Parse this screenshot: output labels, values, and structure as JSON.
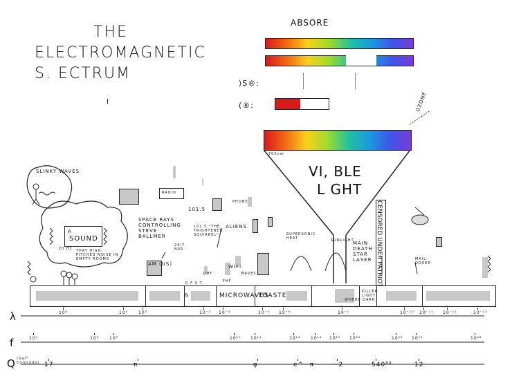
{
  "title": {
    "line1": "THE",
    "line2": "ELECTROMAGNETIC",
    "line3": "S. ECTRUM"
  },
  "absorb_label": "ABSORE",
  "legend": {
    "row1": "⟩S®:",
    "row2": "(®:"
  },
  "wavelength_label": "700nm",
  "ozone_label": "OZONE",
  "visible_light": {
    "line1": "VI, BLE",
    "line2": "L GHT"
  },
  "censored_label": "CENSORED UNDER PATRIOT ACT",
  "callouts": {
    "slinky": "SLINKY WAVES",
    "sound": "SOUND",
    "a": "A",
    "hz": "20 Hz",
    "noise": "THAT HIGH-PITCHED NOISE IN EMPTY ROOMS",
    "space_rays": "SPACE RAYS CONTROLLING STEVE BALLMER",
    "am": "AM (US)",
    "radio": "RADIO",
    "station": "101.5",
    "frightened": "101.5 \"THE FRIGHTENED SQUIRREL\"",
    "npr": "24/7 NPR",
    "aliens": "ALIENS",
    "wifi": "WIFI",
    "phone": "PHONE",
    "uhf": "UHF",
    "fhf": "FHF",
    "waves": "WAVES",
    "rfxt": "R F X T",
    "supersonic": "SUPERSONIC HEAT",
    "sunlight": "SUNLIGHT",
    "death_star": "MAIN DEATH STAR LASER",
    "mail": "MAIL-ORDER",
    "killer": "KILLER LIGHT",
    "where_dark": "WHERE DARK"
  },
  "bar_segments": {
    "microwaves": "MICROWAVES",
    "toasters": "TOASTERS",
    "amp": "&"
  },
  "axes": {
    "lambda": {
      "symbol": "λ",
      "ticks": [
        "10⁸",
        "10⁴",
        "10³",
        "10⁻²",
        "10⁻³",
        "10⁻⁵",
        "10⁻⁸",
        "10⁻⁷",
        "10⁻¹⁰",
        "10⁻¹¹",
        "10⁻¹²",
        "10⁻¹³"
      ]
    },
    "f": {
      "symbol": "f",
      "ticks": [
        "10⁴",
        "10⁸",
        "10⁹",
        "10¹⁰",
        "10¹¹",
        "10¹²",
        "10¹⁴",
        "10¹⁵",
        "10¹⁶",
        "10¹⁸",
        "10¹⁹",
        "10²²"
      ]
    },
    "q": {
      "symbol": "Q",
      "sub": "(Gal³ Colorado)",
      "ticks": [
        "17",
        "π",
        "φ",
        "e^−π",
        "−2",
        "540⁸⁰",
        "12"
      ]
    }
  }
}
